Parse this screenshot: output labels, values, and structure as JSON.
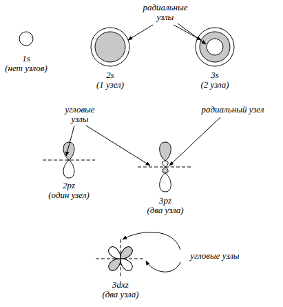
{
  "diagram": {
    "labels": [
      "радиальные узлы",
      "1s",
      "(нет узлов)",
      "2s",
      "(1 узел)",
      "3s",
      "(2 узла)",
      "угловые узлы",
      "радиальный узел",
      "2pz",
      "(один узел)",
      "3pz",
      "(два узла)",
      "угловые узлы",
      "3dxz",
      "(два узла)"
    ]
  }
}
